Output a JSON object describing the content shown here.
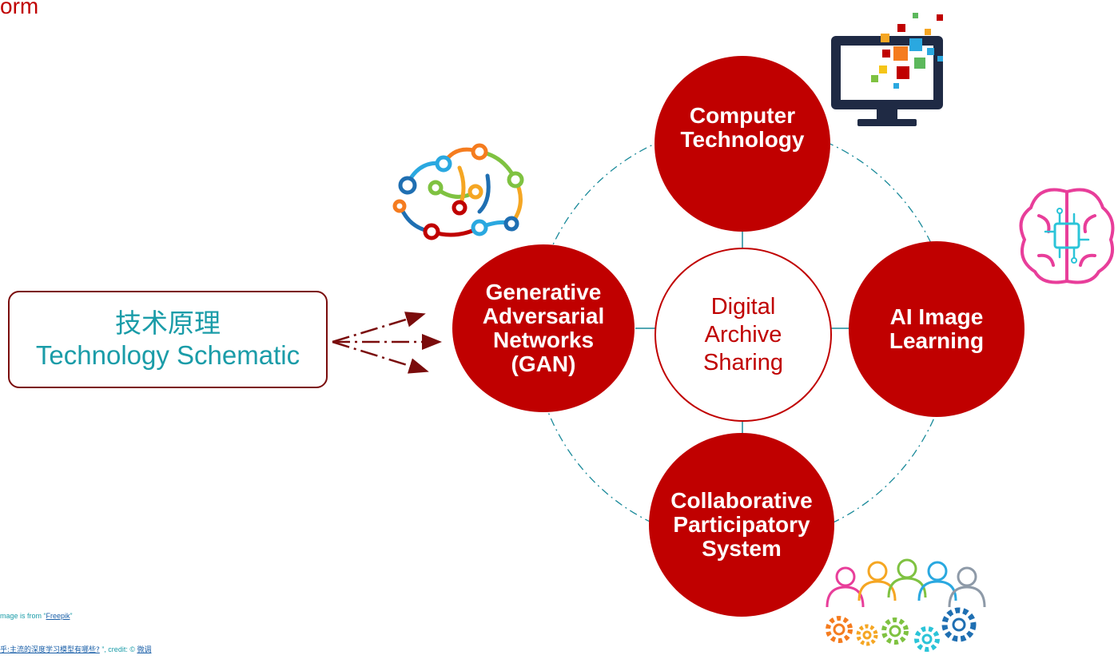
{
  "title_fragment": "orm",
  "schematic": {
    "zh": "技术原理",
    "en": "Technology Schematic"
  },
  "nodes": {
    "computer": "Computer\nTechnology",
    "gan": "Generative\nAdversarial\nNetworks\n(GAN)",
    "ai": "AI Image\nLearning",
    "collab": "Collaborative\nParticipatory\nSystem",
    "center": "Digital\nArchive\nSharing"
  },
  "credits": {
    "line1_prefix": "mage  is from “",
    "line1_link": "Freepik",
    "line1_suffix": "”",
    "line2_link_zh": "乎:主流的深度学习模型有哪些?",
    "line2_mid": " ”,  credit: © ",
    "line2_author": "微调"
  },
  "icons": [
    "monitor-pixels-icon",
    "neural-network-icon",
    "brain-chip-icon",
    "team-gears-icon"
  ],
  "colors": {
    "accent_red": "#c00000",
    "dark_red": "#7a0c0c",
    "teal": "#1a9ca8",
    "monitor": "#1f2a44"
  }
}
